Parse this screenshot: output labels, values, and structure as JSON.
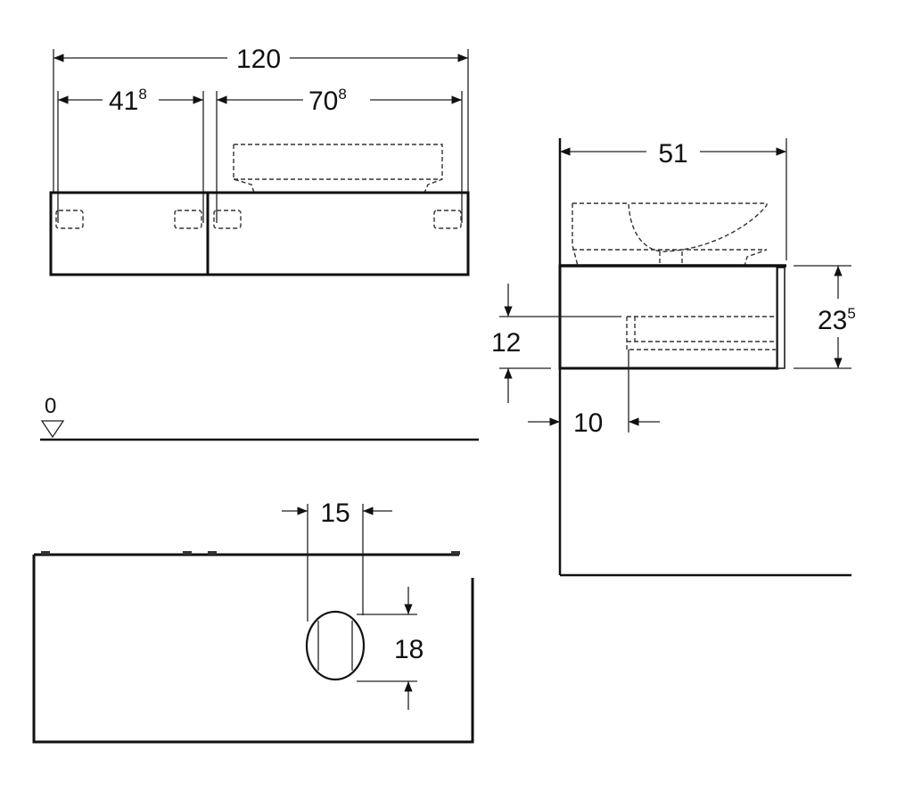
{
  "top_view": {
    "overall_width": "120",
    "left_width": {
      "base": "41",
      "sup": "8"
    },
    "right_width": {
      "base": "70",
      "sup": "8"
    }
  },
  "floor_level": {
    "label": "0"
  },
  "front_view": {
    "cutout_width": "15",
    "cutout_height": "18"
  },
  "side_view": {
    "depth": "51",
    "height": {
      "base": "23",
      "sup": "5"
    },
    "siphon_height": "12",
    "siphon_offset": "10"
  }
}
